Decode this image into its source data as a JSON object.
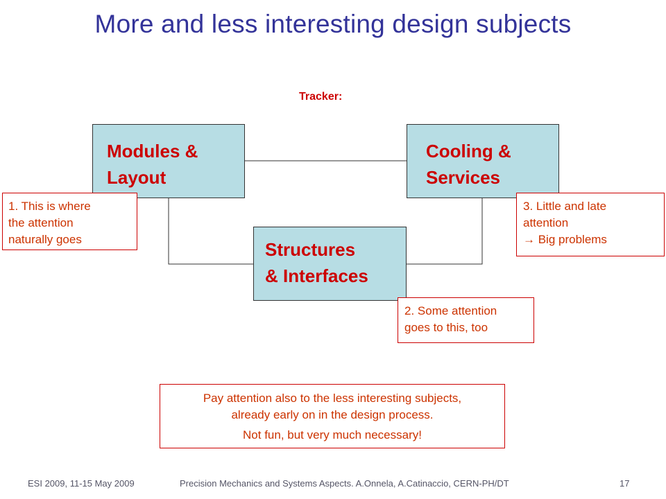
{
  "title": "More and less interesting design subjects",
  "tracker_label": "Tracker:",
  "boxes": {
    "modules": [
      "Modules &",
      "Layout"
    ],
    "cooling": [
      "Cooling &",
      "Services"
    ],
    "structures": [
      "Structures",
      "& Interfaces"
    ]
  },
  "notes": {
    "note1": [
      "1. This is where",
      "the attention",
      "naturally goes"
    ],
    "note2": [
      "2. Some attention",
      "goes to this, too"
    ],
    "note3": [
      "3. Little and late",
      "attention",
      "→ Big problems"
    ]
  },
  "callout": {
    "line1": "Pay attention also to the less interesting subjects,",
    "line2": "already early on in the design process.",
    "line3": "Not fun, but very much necessary!"
  },
  "footer": {
    "left": "ESI 2009,  11-15 May 2009",
    "center": "Precision Mechanics and Systems Aspects.   A.Onnela, A.Catinaccio, CERN-PH/DT",
    "page": "17"
  },
  "colors": {
    "title": "#333399",
    "box_fill": "#b7dde4",
    "box_text": "#cc0000",
    "note_text": "#cc3300",
    "note_border": "#cc0000"
  }
}
